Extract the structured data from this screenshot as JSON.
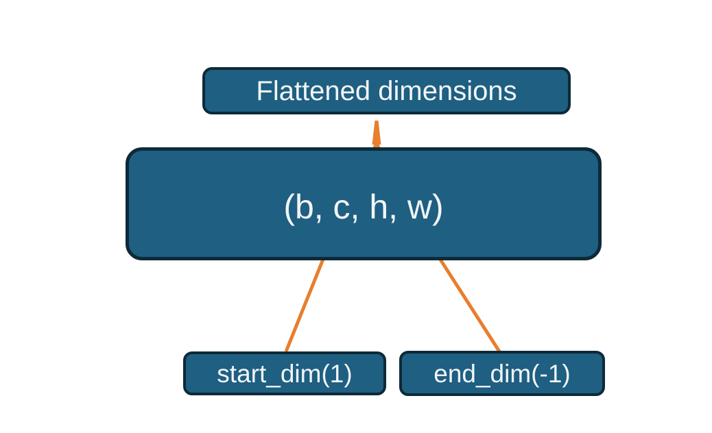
{
  "diagram": {
    "title_box": {
      "label": "Flattened dimensions"
    },
    "tensor_box": {
      "label": "(b, c, h, w)"
    },
    "start_dim_box": {
      "label": "start_dim(1)"
    },
    "end_dim_box": {
      "label": "end_dim(-1)"
    }
  },
  "colors": {
    "background": "#ffffff",
    "box_fill": "#1e5f82",
    "box_border": "#0d2a38",
    "connector_orange": "#e87e2e",
    "text": "#f2f5f6"
  }
}
